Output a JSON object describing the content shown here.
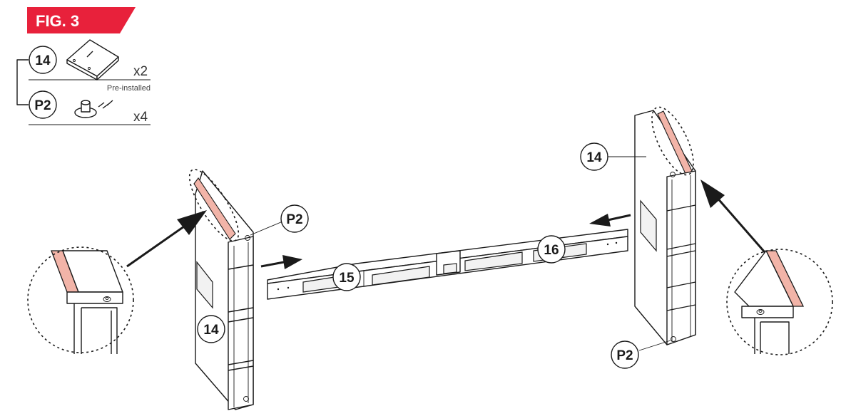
{
  "figure": {
    "label": "FIG. 3",
    "label_bg": "#e8213b",
    "accent_strip": "#f2b4a8"
  },
  "parts_legend": [
    {
      "id": "14",
      "quantity": "x2",
      "note": "Pre-installed",
      "icon": "side-panel-icon"
    },
    {
      "id": "P2",
      "quantity": "x4",
      "note": "",
      "icon": "cam-lock-icon"
    }
  ],
  "callouts": {
    "left_panel_top": "P2",
    "left_panel_body": "14",
    "rail_left": "15",
    "rail_right": "16",
    "right_panel_body": "14",
    "right_panel_bottom": "P2"
  }
}
